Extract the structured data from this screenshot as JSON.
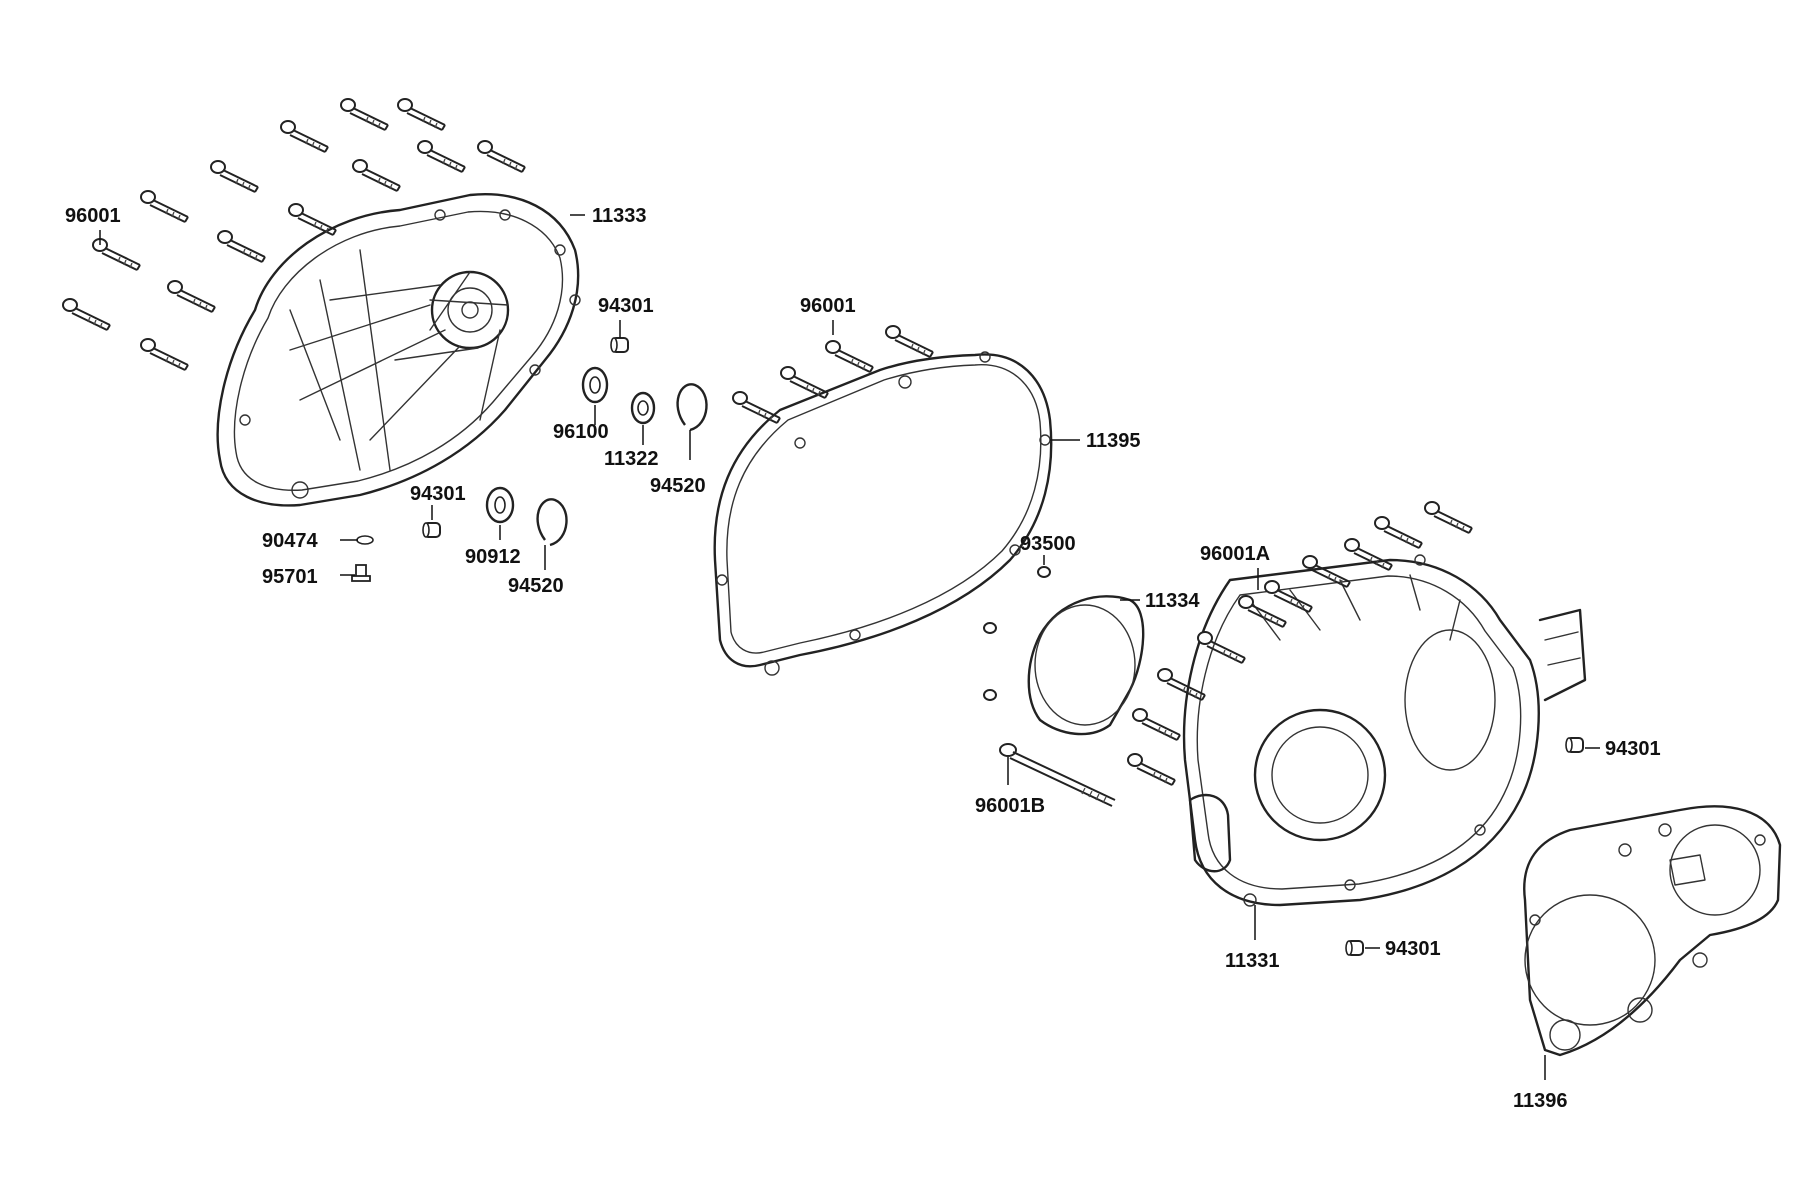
{
  "labels": {
    "bolts_main": "96001",
    "main_cover": "11333",
    "dowel_upper": "94301",
    "bearing_a": "96100",
    "bearing_b": "11322",
    "circlip_upper": "94520",
    "dowel_lower": "94301",
    "washer": "90474",
    "drain_bolt": "95701",
    "bearing_lower": "90912",
    "circlip_lower": "94520",
    "bolts_gasket": "96001",
    "cover_gasket": "11395",
    "screw_small": "93500",
    "inner_plate": "11334",
    "bolts_inner": "96001A",
    "long_bolt": "96001B",
    "inner_cover": "11331",
    "dowel_right_upper": "94301",
    "dowel_right_lower": "94301",
    "base_gasket": "11396"
  }
}
